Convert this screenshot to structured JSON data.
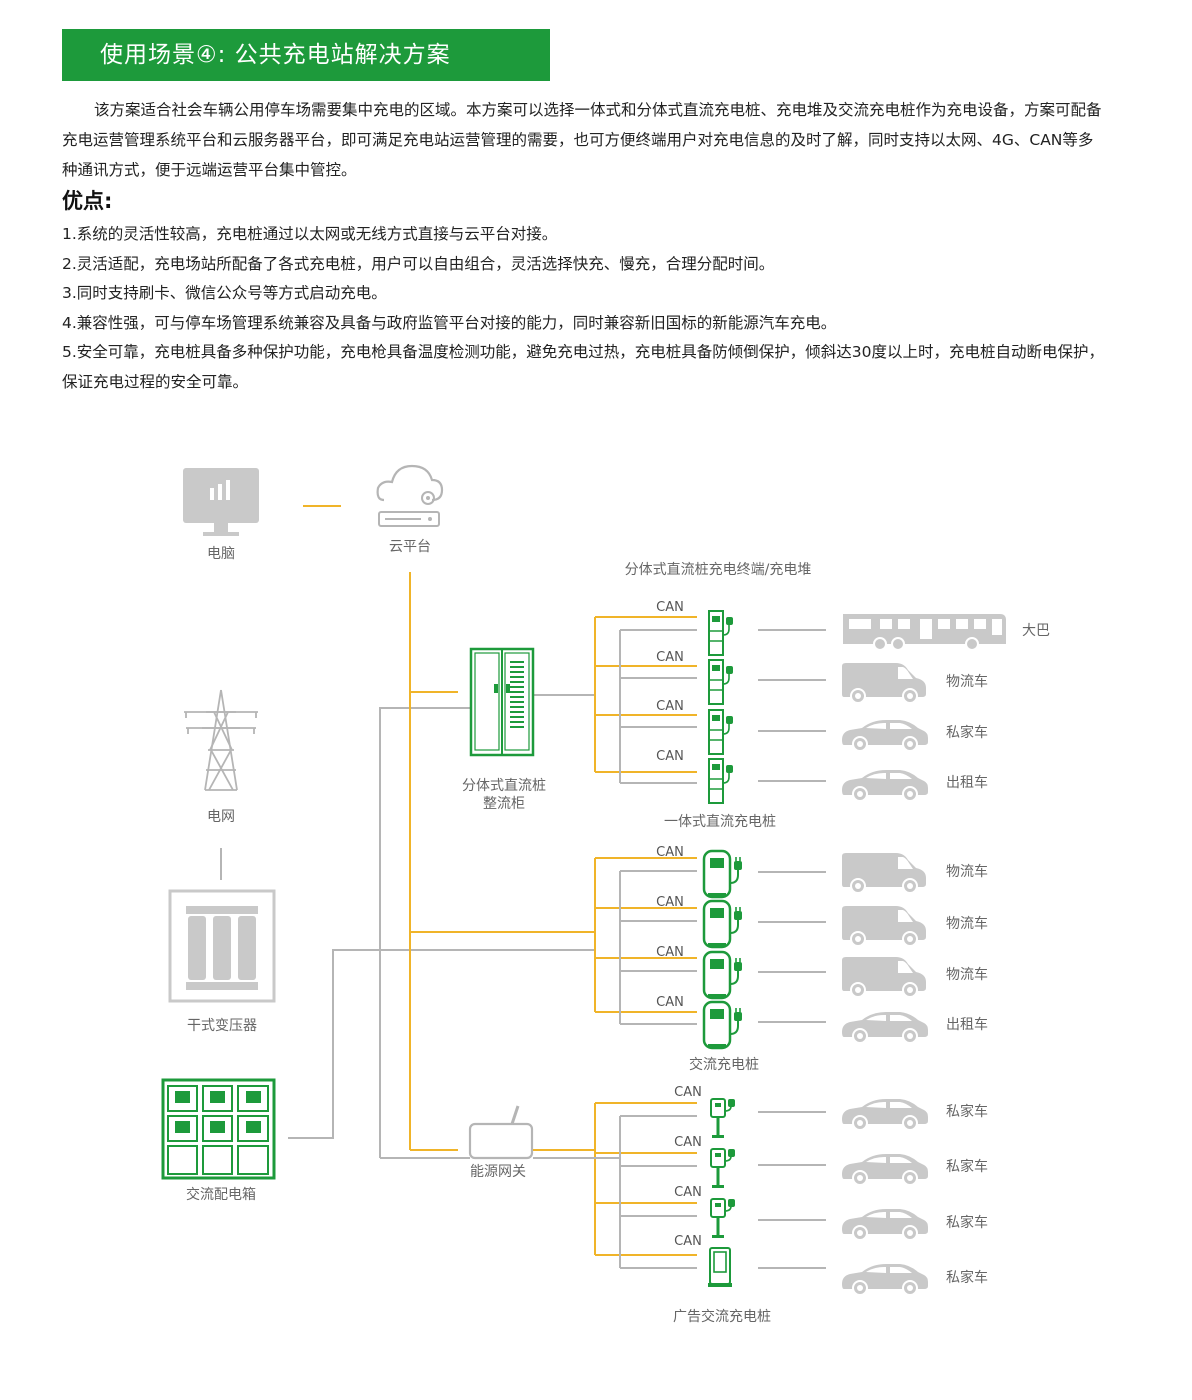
{
  "header": {
    "title": "使用场景④: 公共充电站解决方案"
  },
  "intro": "该方案适合社会车辆公用停车场需要集中充电的区域。本方案可以选择一体式和分体式直流充电桩、充电堆及交流充电桩作为充电设备，方案可配备充电运营管理系统平台和云服务器平台，即可满足充电站运营管理的需要，也可方便终端用户对充电信息的及时了解，同时支持以太网、4G、CAN等多种通讯方式，便于远端运营平台集中管控。",
  "advantages": {
    "title": "优点:",
    "items": [
      "1.系统的灵活性较高，充电桩通过以太网或无线方式直接与云平台对接。",
      "2.灵活适配，充电场站所配备了各式充电桩，用户可以自由组合，灵活选择快充、慢充，合理分配时间。",
      "3.同时支持刷卡、微信公众号等方式启动充电。",
      "4.兼容性强，可与停车场管理系统兼容及具备与政府监管平台对接的能力，同时兼容新旧国标的新能源汽车充电。",
      "5.安全可靠，充电桩具备多种保护功能，充电枪具备温度检测功能，避免充电过热，充电桩具备防倾倒保护，倾斜达30度以上时，充电桩自动断电保护，保证充电过程的安全可靠。"
    ]
  },
  "diagram": {
    "computer": "电脑",
    "cloud": "云平台",
    "grid": "电网",
    "transformer": "干式变压器",
    "ac_box": "交流配电箱",
    "rectifier_line1": "分体式直流桩",
    "rectifier_line2": "整流柜",
    "gateway": "能源网关",
    "group1_title": "分体式直流桩充电终端/充电堆",
    "group2_title": "一体式直流充电桩",
    "group3_title": "交流充电桩",
    "group4_title": "广告交流充电桩",
    "can": "CAN",
    "vehicles": {
      "bus": "大巴",
      "van": "物流车",
      "car": "私家车",
      "taxi": "出租车"
    }
  },
  "colors": {
    "green": "#1d9a3b",
    "orange": "#f0b429",
    "gray": "#b5b5b5",
    "icon": "#c9c9c9"
  }
}
